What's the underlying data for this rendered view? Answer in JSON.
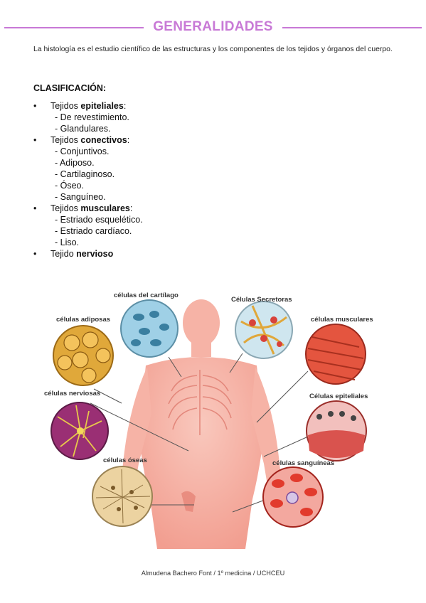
{
  "page": {
    "title": "GENERALIDADES",
    "intro": "La histología es el estudio científico de las estructuras y los componentes de los tejidos y órganos del cuerpo.",
    "footer": "Almudena Bachero Font / 1º medicina / UCHCEU",
    "accent_color": "#c879d6"
  },
  "classification": {
    "heading": "CLASIFICACIÓN:",
    "bullet": "•",
    "categories": [
      {
        "prefix": "Tejidos ",
        "strong": "epiteliales",
        "suffix": ":",
        "items": [
          "- De revestimiento.",
          "- Glandulares."
        ]
      },
      {
        "prefix": "Tejidos ",
        "strong": "conectivos",
        "suffix": ":",
        "items": [
          "- Conjuntivos.",
          "- Adiposo.",
          "- Cartilaginoso.",
          "- Óseo.",
          "- Sanguíneo."
        ]
      },
      {
        "prefix": "Tejidos ",
        "strong": "musculares",
        "suffix": ":",
        "items": [
          "- Estriado esquelético.",
          "- Estriado cardíaco.",
          "- Liso."
        ]
      },
      {
        "prefix": "Tejido ",
        "strong": "nervioso",
        "suffix": "",
        "items": []
      }
    ]
  },
  "figure": {
    "labels": {
      "cartilago": "células del cartílago",
      "secretoras": "Células Secretoras",
      "adiposas": "células adiposas",
      "musculares": "células musculares",
      "nerviosas": "células nerviosas",
      "epiteliales": "Células epiteliales",
      "oseas": "células óseas",
      "sanguineas": "células sanguíneas"
    },
    "colors": {
      "body": "#f6b3a6",
      "cartilago": "#9fd0e6",
      "secretoras": "#cfe6ef",
      "adiposas": "#e0a83a",
      "musculares": "#e4553f",
      "nerviosas": "#9a2f74",
      "epiteliales": "#d9534e",
      "oseas": "#ecd3a1",
      "sanguineas": "#e23a2c"
    }
  }
}
